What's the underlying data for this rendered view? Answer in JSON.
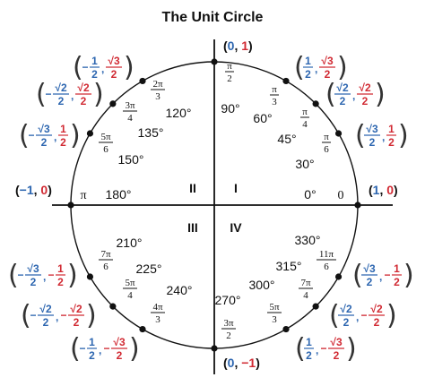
{
  "title": "The Unit Circle",
  "colors": {
    "x": "#2d66b0",
    "y": "#d12a33",
    "line": "#111111"
  },
  "quadrants": [
    "I",
    "II",
    "III",
    "IV"
  ],
  "points": [
    {
      "deg": "0°",
      "rad": {
        "n": "",
        "d": "",
        "w": "0"
      }
    },
    {
      "deg": "30°",
      "rad": {
        "n": "π",
        "d": "6"
      },
      "x": {
        "s": "",
        "n": "√3",
        "d": "2"
      },
      "y": {
        "s": "",
        "n": "1",
        "d": "2"
      }
    },
    {
      "deg": "45°",
      "rad": {
        "n": "π",
        "d": "4"
      },
      "x": {
        "s": "",
        "n": "√2",
        "d": "2"
      },
      "y": {
        "s": "",
        "n": "√2",
        "d": "2"
      }
    },
    {
      "deg": "60°",
      "rad": {
        "n": "π",
        "d": "3"
      },
      "x": {
        "s": "",
        "n": "1",
        "d": "2"
      },
      "y": {
        "s": "",
        "n": "√3",
        "d": "2"
      }
    },
    {
      "deg": "90°",
      "rad": {
        "n": "π",
        "d": "2"
      }
    },
    {
      "deg": "120°",
      "rad": {
        "n": "2π",
        "d": "3"
      },
      "x": {
        "s": "−",
        "n": "1",
        "d": "2"
      },
      "y": {
        "s": "",
        "n": "√3",
        "d": "2"
      }
    },
    {
      "deg": "135°",
      "rad": {
        "n": "3π",
        "d": "4"
      },
      "x": {
        "s": "−",
        "n": "√2",
        "d": "2"
      },
      "y": {
        "s": "",
        "n": "√2",
        "d": "2"
      }
    },
    {
      "deg": "150°",
      "rad": {
        "n": "5π",
        "d": "6"
      },
      "x": {
        "s": "−",
        "n": "√3",
        "d": "2"
      },
      "y": {
        "s": "",
        "n": "1",
        "d": "2"
      }
    },
    {
      "deg": "180°",
      "rad": {
        "w": "π"
      }
    },
    {
      "deg": "210°",
      "rad": {
        "n": "7π",
        "d": "6"
      },
      "x": {
        "s": "−",
        "n": "√3",
        "d": "2"
      },
      "y": {
        "s": "−",
        "n": "1",
        "d": "2"
      }
    },
    {
      "deg": "225°",
      "rad": {
        "n": "5π",
        "d": "4"
      },
      "x": {
        "s": "−",
        "n": "√2",
        "d": "2"
      },
      "y": {
        "s": "−",
        "n": "√2",
        "d": "2"
      }
    },
    {
      "deg": "240°",
      "rad": {
        "n": "4π",
        "d": "3"
      },
      "x": {
        "s": "−",
        "n": "1",
        "d": "2"
      },
      "y": {
        "s": "−",
        "n": "√3",
        "d": "2"
      }
    },
    {
      "deg": "270°",
      "rad": {
        "n": "3π",
        "d": "2"
      }
    },
    {
      "deg": "300°",
      "rad": {
        "n": "5π",
        "d": "3"
      },
      "x": {
        "s": "",
        "n": "1",
        "d": "2"
      },
      "y": {
        "s": "−",
        "n": "√3",
        "d": "2"
      }
    },
    {
      "deg": "315°",
      "rad": {
        "n": "7π",
        "d": "4"
      },
      "x": {
        "s": "",
        "n": "√2",
        "d": "2"
      },
      "y": {
        "s": "−",
        "n": "√2",
        "d": "2"
      }
    },
    {
      "deg": "330°",
      "rad": {
        "n": "11π",
        "d": "6"
      },
      "x": {
        "s": "",
        "n": "√3",
        "d": "2"
      },
      "y": {
        "s": "−",
        "n": "1",
        "d": "2"
      }
    }
  ],
  "axis_coords": {
    "top": {
      "x": "0",
      "y": "1"
    },
    "bottom": {
      "x": "0",
      "y": "−1"
    },
    "left": {
      "x": "−1",
      "y": "0"
    },
    "right": {
      "x": "1",
      "y": "0"
    }
  }
}
